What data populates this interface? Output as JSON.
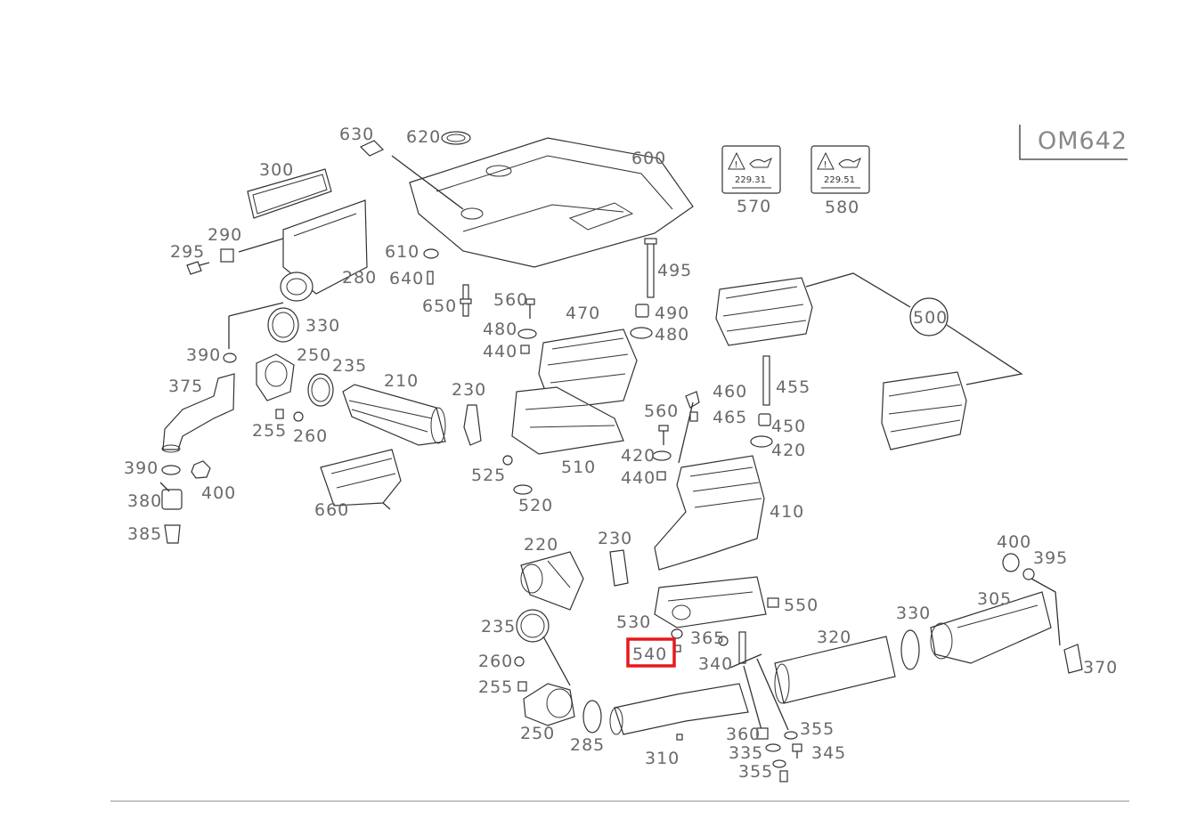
{
  "model_code": "OM642",
  "highlight_color": "#e8191c",
  "highlighted_part": "540",
  "warning_labels": [
    {
      "code": "229.31",
      "number": "570"
    },
    {
      "code": "229.51",
      "number": "580"
    }
  ],
  "labels": {
    "l630": "630",
    "l620": "620",
    "l600": "600",
    "l300": "300",
    "l290": "290",
    "l295": "295",
    "l280": "280",
    "l610": "610",
    "l640": "640",
    "l650": "650",
    "l495": "495",
    "l560a": "560",
    "l470": "470",
    "l490": "490",
    "l480a": "480",
    "l480b": "480",
    "l440a": "440",
    "l500": "500",
    "l330a": "330",
    "l390a": "390",
    "l250a": "250",
    "l235a": "235",
    "l210": "210",
    "l230a": "230",
    "l375": "375",
    "l460": "460",
    "l455": "455",
    "l560b": "560",
    "l465": "465",
    "l450": "450",
    "l255a": "255",
    "l260a": "260",
    "l420a": "420",
    "l420b": "420",
    "l510": "510",
    "l525": "525",
    "l440b": "440",
    "l390b": "390",
    "l400a": "400",
    "l380": "380",
    "l660": "660",
    "l520": "520",
    "l410": "410",
    "l385": "385",
    "l220": "220",
    "l230b": "230",
    "l400b": "400",
    "l395": "395",
    "l550": "550",
    "l305": "305",
    "l530": "530",
    "l330b": "330",
    "l235b": "235",
    "l320": "320",
    "l365": "365",
    "l540": "540",
    "l370": "370",
    "l340": "340",
    "l260b": "260",
    "l255b": "255",
    "l355a": "355",
    "l250b": "250",
    "l285": "285",
    "l360": "360",
    "l335": "335",
    "l345": "345",
    "l310": "310",
    "l355b": "355"
  }
}
